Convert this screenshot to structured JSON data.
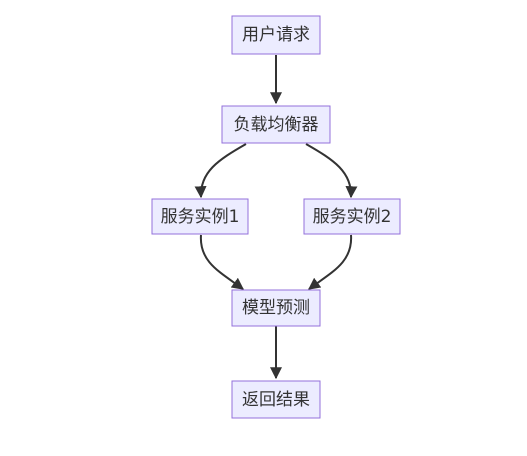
{
  "nodes": [
    {
      "id": "user-request",
      "label": "用户请求"
    },
    {
      "id": "load-balancer",
      "label": "负载均衡器"
    },
    {
      "id": "service-instance-1",
      "label": "服务实例1"
    },
    {
      "id": "service-instance-2",
      "label": "服务实例2"
    },
    {
      "id": "model-prediction",
      "label": "模型预测"
    },
    {
      "id": "return-result",
      "label": "返回结果"
    }
  ],
  "edges": [
    {
      "from": "user-request",
      "to": "load-balancer"
    },
    {
      "from": "load-balancer",
      "to": "service-instance-1"
    },
    {
      "from": "load-balancer",
      "to": "service-instance-2"
    },
    {
      "from": "service-instance-1",
      "to": "model-prediction"
    },
    {
      "from": "service-instance-2",
      "to": "model-prediction"
    },
    {
      "from": "model-prediction",
      "to": "return-result"
    }
  ],
  "colors": {
    "node_fill": "#ECECFF",
    "node_stroke": "#9370DB",
    "edge": "#333333",
    "text": "#333333"
  }
}
